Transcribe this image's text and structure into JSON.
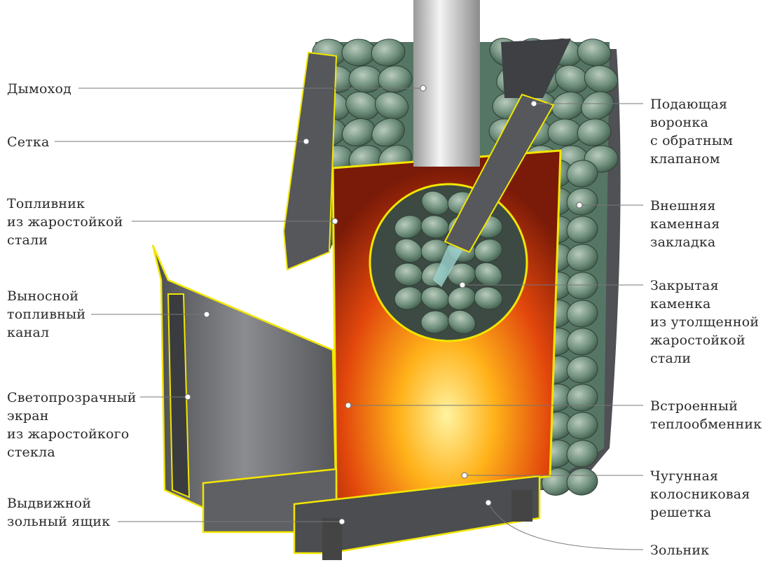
{
  "left_labels": [
    {
      "id": "chimney",
      "lines": [
        "Дымоход"
      ]
    },
    {
      "id": "mesh",
      "lines": [
        "Сетка"
      ]
    },
    {
      "id": "firebox",
      "lines": [
        "Топливник",
        "из жаростойкой",
        "стали"
      ]
    },
    {
      "id": "fuel-channel",
      "lines": [
        "Выносной",
        "топливный",
        "канал"
      ]
    },
    {
      "id": "glass-screen",
      "lines": [
        "Светопрозрачный",
        "экран",
        "из жаростойкого",
        "стекла"
      ]
    },
    {
      "id": "ash-drawer",
      "lines": [
        "Выдвижной",
        "зольный ящик"
      ]
    }
  ],
  "right_labels": [
    {
      "id": "feed-funnel",
      "lines": [
        "Подающая",
        "воронка",
        "с обратным",
        "клапаном"
      ]
    },
    {
      "id": "outer-stones",
      "lines": [
        "Внешняя",
        "каменная",
        "закладка"
      ]
    },
    {
      "id": "closed-heater",
      "lines": [
        "Закрытая",
        "каменка",
        "из утолщенной",
        "жаростойкой",
        "стали"
      ]
    },
    {
      "id": "heat-exchanger",
      "lines": [
        "Встроенный",
        "теплообменник"
      ]
    },
    {
      "id": "grate",
      "lines": [
        "Чугунная",
        "колосниковая",
        "решетка"
      ]
    },
    {
      "id": "ash-pit",
      "lines": [
        "Зольник"
      ]
    }
  ],
  "colors": {
    "outline": "#f2e600",
    "body": "#5a5c60",
    "stone": "#6f8f7c",
    "fire": "#ff7a10"
  }
}
